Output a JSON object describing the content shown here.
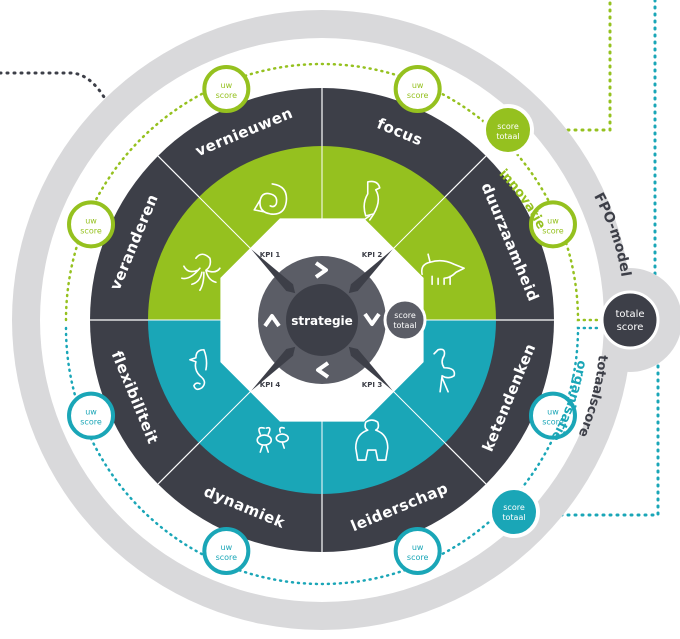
{
  "center": {
    "label": "strategie"
  },
  "center_score": {
    "line1": "score",
    "line2": "totaal"
  },
  "segments": [
    {
      "label": "focus",
      "score_line1": "uw",
      "score_line2": "score"
    },
    {
      "label": "duurzaamheid",
      "score_line1": "uw",
      "score_line2": "score"
    },
    {
      "label": "ketendenken",
      "score_line1": "uw",
      "score_line2": "score"
    },
    {
      "label": "leiderschap",
      "score_line1": "uw",
      "score_line2": "score"
    },
    {
      "label": "dynamiek",
      "score_line1": "uw",
      "score_line2": "score"
    },
    {
      "label": "flexibiliteit",
      "score_line1": "uw",
      "score_line2": "score"
    },
    {
      "label": "veranderen",
      "score_line1": "uw",
      "score_line2": "score"
    },
    {
      "label": "vernieuwen",
      "score_line1": "uw",
      "score_line2": "score"
    }
  ],
  "kpis": [
    "KPI 1",
    "KPI 2",
    "KPI 3",
    "KPI 4"
  ],
  "innovatie": {
    "label": "innovatie",
    "score_line1": "score",
    "score_line2": "totaal"
  },
  "organisatie": {
    "label": "organisatie",
    "score_line1": "score",
    "score_line2": "totaal"
  },
  "outer_labels": {
    "model": "FPO-model",
    "total": "totaalscore"
  },
  "total": {
    "line1": "totale",
    "line2": "score"
  },
  "colors": {
    "green": "#95c11f",
    "teal": "#1aa6b7",
    "dark": "#3d3f48",
    "mid_gray": "#5b5d66",
    "light_gray": "#d9d9db",
    "white": "#ffffff"
  },
  "icons": [
    "eagle-icon",
    "aardvark-icon",
    "flamingo-icon",
    "gorilla-icon",
    "bees-icon",
    "seahorse-icon",
    "octopus-icon",
    "nautilus-icon"
  ]
}
